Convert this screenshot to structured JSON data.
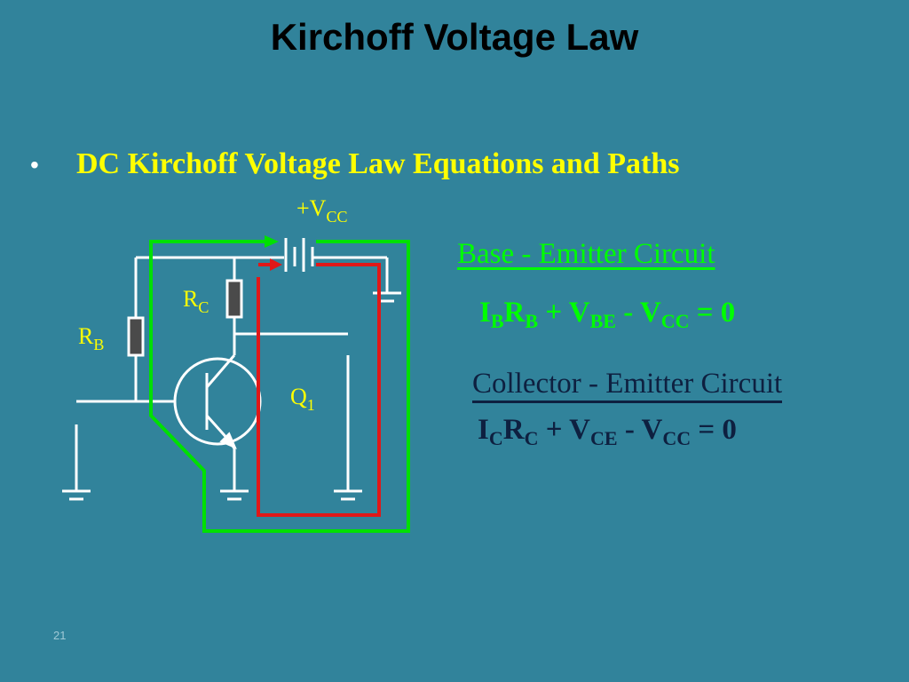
{
  "slide": {
    "title": "Kirchoff Voltage Law",
    "bullet_symbol": "•",
    "bullet_text": "DC Kirchoff Voltage Law Equations and Paths",
    "slide_number": "21"
  },
  "diagram": {
    "vcc_label": {
      "main": "+V",
      "sub": "CC"
    },
    "rc_label": {
      "main": "R",
      "sub": "C"
    },
    "rb_label": {
      "main": "R",
      "sub": "B"
    },
    "q1_label": {
      "main": "Q",
      "sub": "1"
    }
  },
  "base_emitter": {
    "heading": "Base - Emitter Circuit",
    "terms": [
      {
        "main": "I",
        "sub": "B"
      },
      {
        "main": "R",
        "sub": "B"
      },
      {
        "main": " + V",
        "sub": "BE"
      },
      {
        "main": " - V",
        "sub": "CC"
      },
      {
        "main": " = 0",
        "sub": ""
      }
    ]
  },
  "collector_emitter": {
    "heading": "Collector - Emitter Circuit",
    "terms": [
      {
        "main": "I",
        "sub": "C"
      },
      {
        "main": "R",
        "sub": "C"
      },
      {
        "main": " + V",
        "sub": "CE"
      },
      {
        "main": " - V",
        "sub": "CC"
      },
      {
        "main": " = 0",
        "sub": ""
      }
    ]
  },
  "colors": {
    "background": "#31839b",
    "wire": "#ffffff",
    "base_emitter_path": "#00e000",
    "collector_emitter_path": "#e01818",
    "resistor_fill": "#4a4a4a",
    "bullet_text": "#ffff00",
    "heading_green": "#00ff00",
    "heading_navy": "#0e2040"
  }
}
